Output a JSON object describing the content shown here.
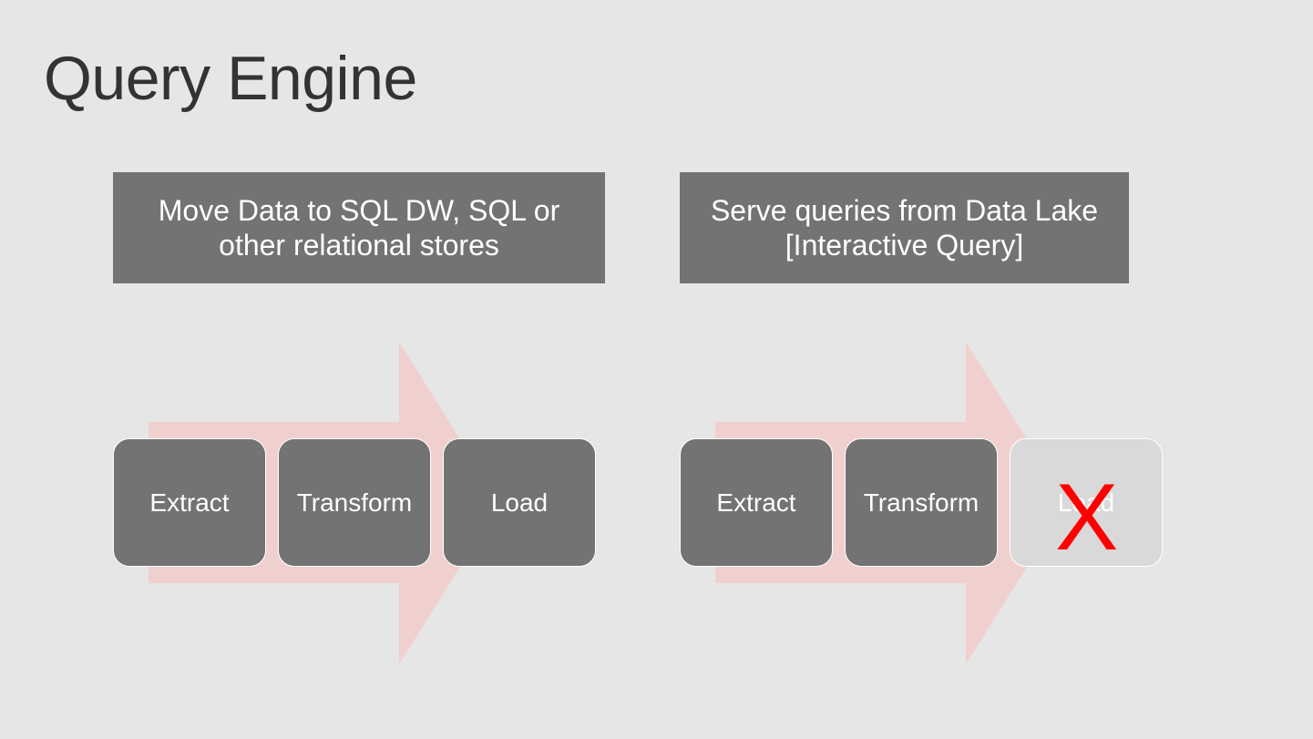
{
  "slide": {
    "title": "Query Engine"
  },
  "left_panel": {
    "header": "Move Data to SQL DW, SQL or other relational stores",
    "steps": [
      "Extract",
      "Transform",
      "Load"
    ]
  },
  "right_panel": {
    "header": "Serve queries  from Data Lake [Interactive Query]",
    "steps": [
      "Extract",
      "Transform",
      "Load"
    ],
    "rejected_step_mark": "X"
  },
  "colors": {
    "background": "#e6e6e6",
    "box_fill": "#737373",
    "arrow_fill": "#f0d0ce",
    "disabled_step_fill": "#d9d9d9",
    "cross": "#ff0000"
  }
}
